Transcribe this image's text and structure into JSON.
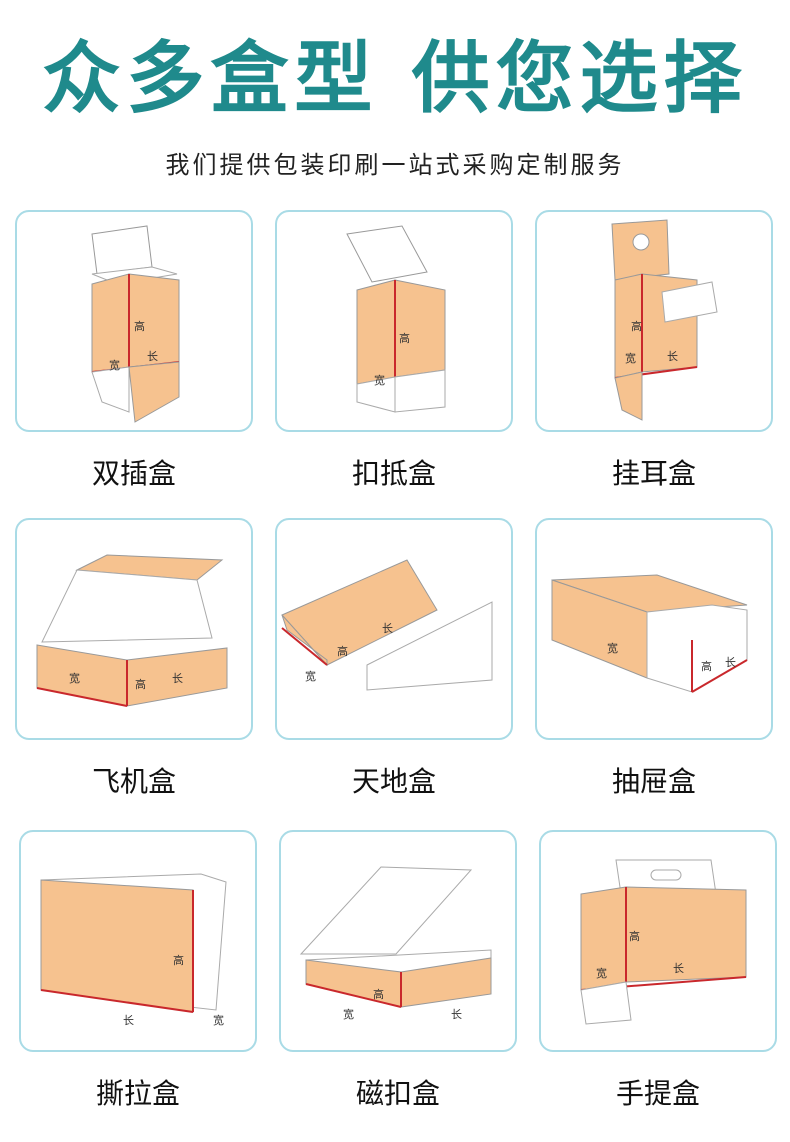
{
  "header": {
    "title": "众多盒型 供您选择",
    "subtitle": "我们提供包装印刷一站式采购定制服务"
  },
  "dims": {
    "height": "高",
    "width": "宽",
    "length": "长"
  },
  "boxes": [
    {
      "label": "双插盒"
    },
    {
      "label": "扣抵盒"
    },
    {
      "label": "挂耳盒"
    },
    {
      "label": "飞机盒"
    },
    {
      "label": "天地盒"
    },
    {
      "label": "抽屉盒"
    },
    {
      "label": "撕拉盒"
    },
    {
      "label": "磁扣盒"
    },
    {
      "label": "手提盒"
    }
  ],
  "colors": {
    "accent": "#1f8a8c",
    "box": "#f6c28f",
    "edge": "#c9282c",
    "card_border": "#a9dbe6"
  }
}
